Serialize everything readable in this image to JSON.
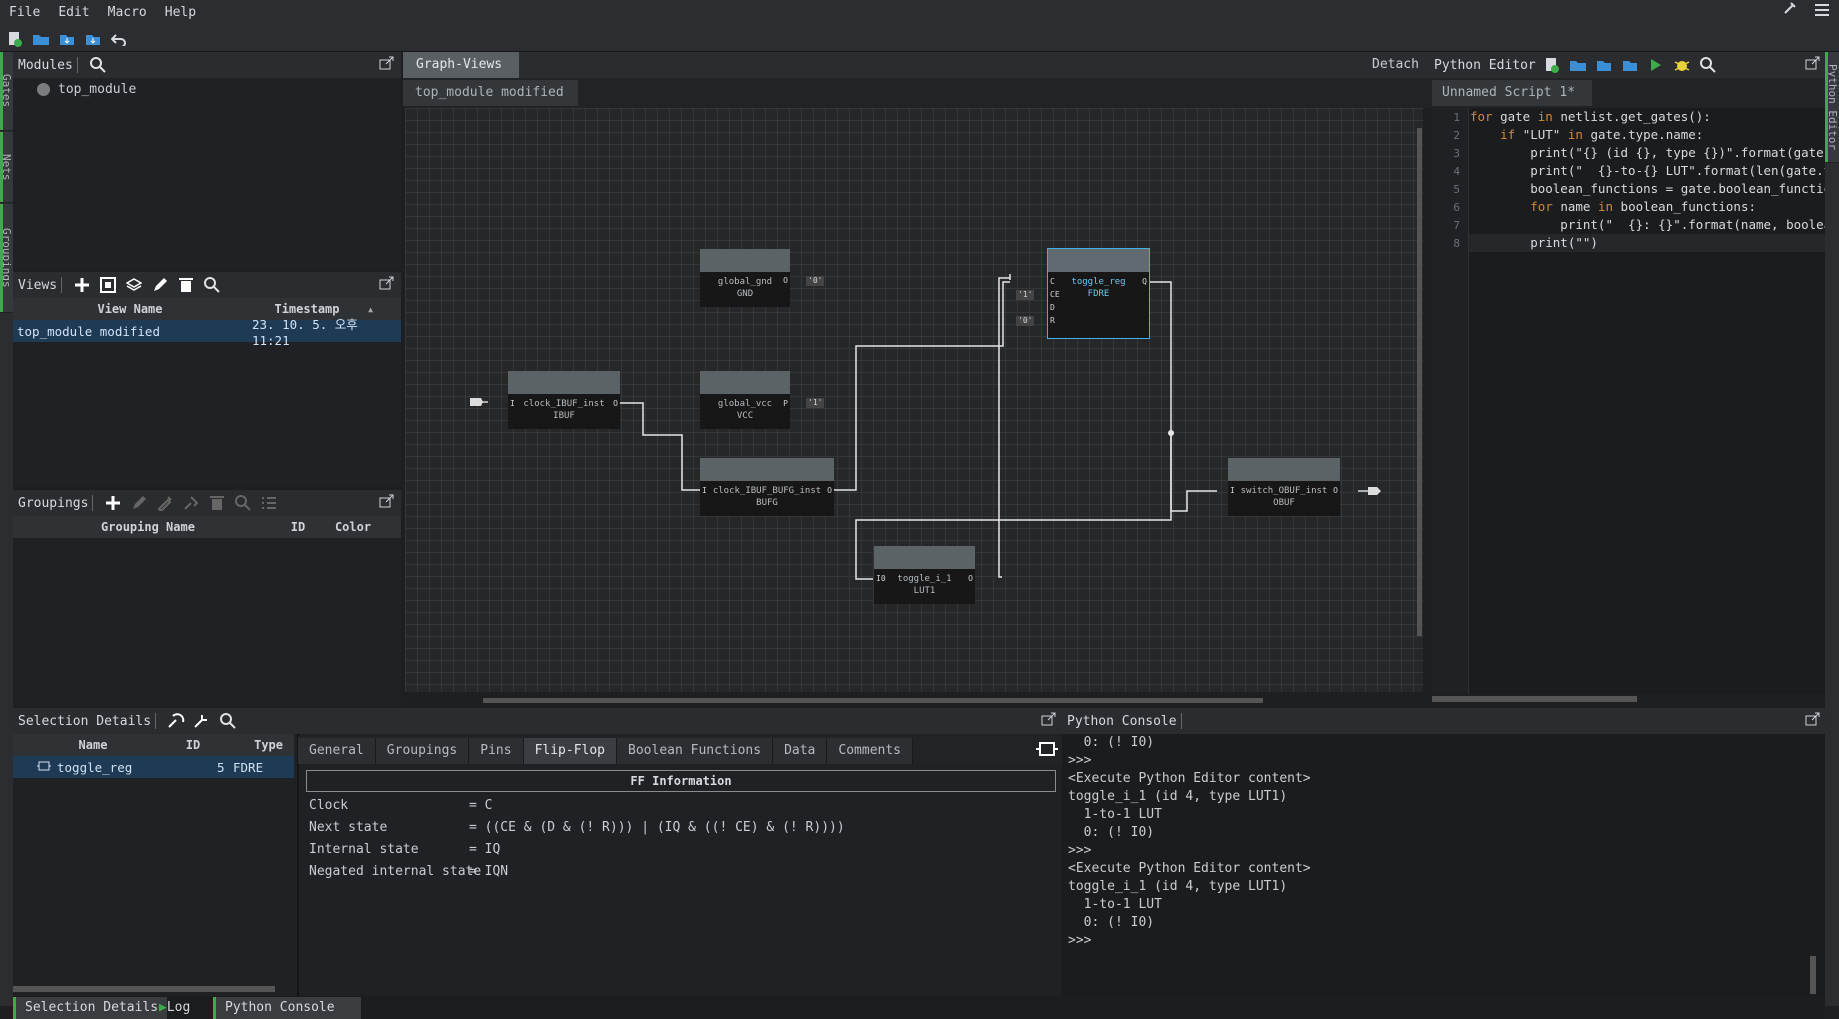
{
  "menu": [
    "File",
    "Edit",
    "Macro",
    "Help"
  ],
  "vtabs_left": [
    "Gates",
    "Nets",
    "Groupings"
  ],
  "vtab_right": "Python Editor",
  "modules": {
    "title": "Modules",
    "items": [
      "top_module"
    ]
  },
  "views": {
    "title": "Views",
    "columns": [
      "View Name",
      "Timestamp"
    ],
    "rows": [
      {
        "name": "top_module modified",
        "timestamp": "23. 10. 5. 오후 11:21"
      }
    ]
  },
  "groupings": {
    "title": "Groupings",
    "columns": [
      "Grouping Name",
      "ID",
      "Color"
    ]
  },
  "graph": {
    "tab": "Graph-Views",
    "detach": "Detach",
    "doc_tab": "top_module modified",
    "close_glyph": "×",
    "gates": [
      {
        "name": "global_gnd",
        "type": "GND",
        "out": "O"
      },
      {
        "name": "global_vcc",
        "type": "VCC",
        "out": "P"
      },
      {
        "name": "clock_IBUF_inst",
        "type": "IBUF",
        "in": "I",
        "out": "O"
      },
      {
        "name": "clock_IBUF_BUFG_inst",
        "type": "BUFG",
        "in": "I",
        "out": "O"
      },
      {
        "name": "toggle_reg",
        "type": "FDRE",
        "pins_in": [
          "C",
          "CE",
          "D",
          "R"
        ],
        "out": "Q"
      },
      {
        "name": "toggle_i_1",
        "type": "LUT1",
        "in": "I0",
        "out": "O"
      },
      {
        "name": "switch_OBUF_inst",
        "type": "OBUF",
        "in": "I",
        "out": "O"
      }
    ],
    "consts": {
      "gnd": "'0'",
      "vcc": "'1'",
      "ce": "'1'",
      "r": "'0'"
    }
  },
  "python_editor": {
    "title": "Python Editor",
    "script_tab": "Unnamed Script 1*",
    "lines": [
      "for gate in netlist.get_gates():",
      "    if \"LUT\" in gate.type.name:",
      "        print(\"{} (id {}, type {})\".format(gate.na",
      "        print(\"  {}-to-{} LUT\".format(len(gate.typ",
      "        boolean_functions = gate.boolean_functions",
      "        for name in boolean_functions:",
      "            print(\"  {}: {}\".format(name, boolean_",
      "        print(\"\")"
    ],
    "line_numbers": [
      "1",
      "2",
      "3",
      "4",
      "5",
      "6",
      "7",
      "8"
    ]
  },
  "selection": {
    "title": "Selection Details",
    "columns": [
      "Name",
      "ID",
      "Type"
    ],
    "row": {
      "name": "toggle_reg",
      "id": "5",
      "type": "FDRE"
    },
    "tabs": [
      "General",
      "Groupings",
      "Pins",
      "Flip-Flop",
      "Boolean Functions",
      "Data",
      "Comments"
    ],
    "active_tab": "Flip-Flop",
    "ff_title": "FF Information",
    "ff_rows": [
      {
        "label": "Clock",
        "value": "C"
      },
      {
        "label": "Next state",
        "value": "((CE & (D & (! R))) | (IQ & ((! CE) & (! R))))"
      },
      {
        "label": "Internal state",
        "value": "IQ"
      },
      {
        "label": "Negated internal state",
        "value": "IQN"
      }
    ]
  },
  "console": {
    "title": "Python Console",
    "lines": [
      "  0: (! I0)",
      "",
      ">>>",
      "<Execute Python Editor content>",
      "toggle_i_1 (id 4, type LUT1)",
      "  1-to-1 LUT",
      "  0: (! I0)",
      "",
      ">>>",
      "<Execute Python Editor content>",
      "toggle_i_1 (id 4, type LUT1)",
      "  1-to-1 LUT",
      "  0: (! I0)",
      "",
      ">>>"
    ]
  },
  "status_tabs": [
    "Selection Details",
    "Log",
    "Python Console"
  ],
  "colors": {
    "accent_green": "#3daa4c",
    "selection_blue": "#43b0e8",
    "close_red": "#c0312d"
  }
}
